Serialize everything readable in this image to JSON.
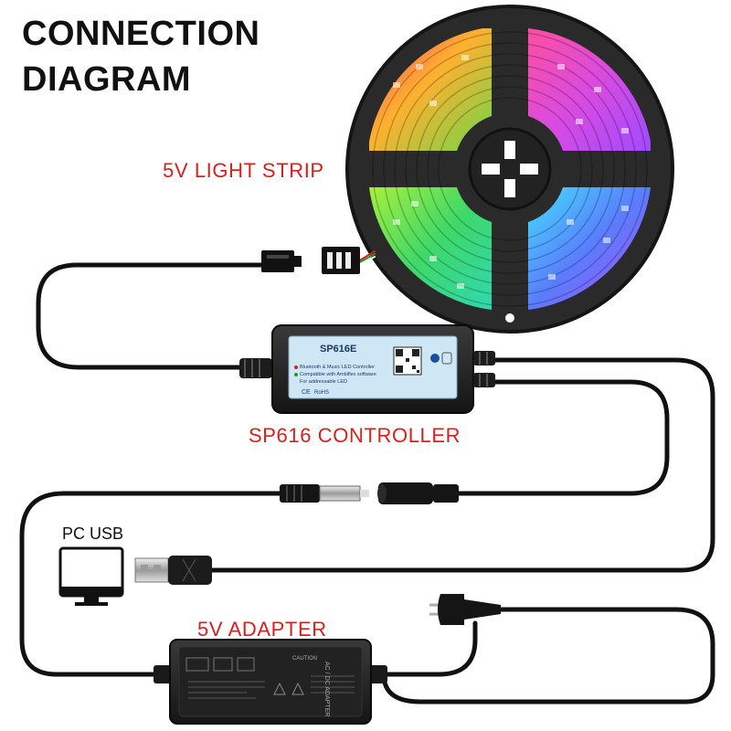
{
  "title": {
    "line1": "CONNECTION",
    "line2": "DIAGRAM"
  },
  "labels": {
    "light_strip": "5V LIGHT STRIP",
    "controller": "SP616 CONTROLLER",
    "adapter": "5V ADAPTER",
    "pc_usb": "PC USB"
  },
  "controller_box": {
    "model": "SP616E",
    "line1": "Bluetooth & Music LED Controller",
    "line2": "Compatible with Ambiflex software",
    "line3": "For addressable LED",
    "marks": [
      "CE",
      "RoHS"
    ]
  },
  "adapter_box": {
    "title": "AC / DC ADAPTER",
    "caution": "CAUTION"
  },
  "colors": {
    "label_red": "#d8201f",
    "cable": "#111111",
    "reel": "#2a2a2a",
    "led_segments": [
      "#ff7a2e",
      "#d44bd8",
      "#3fd86a",
      "#5a7cff"
    ]
  }
}
